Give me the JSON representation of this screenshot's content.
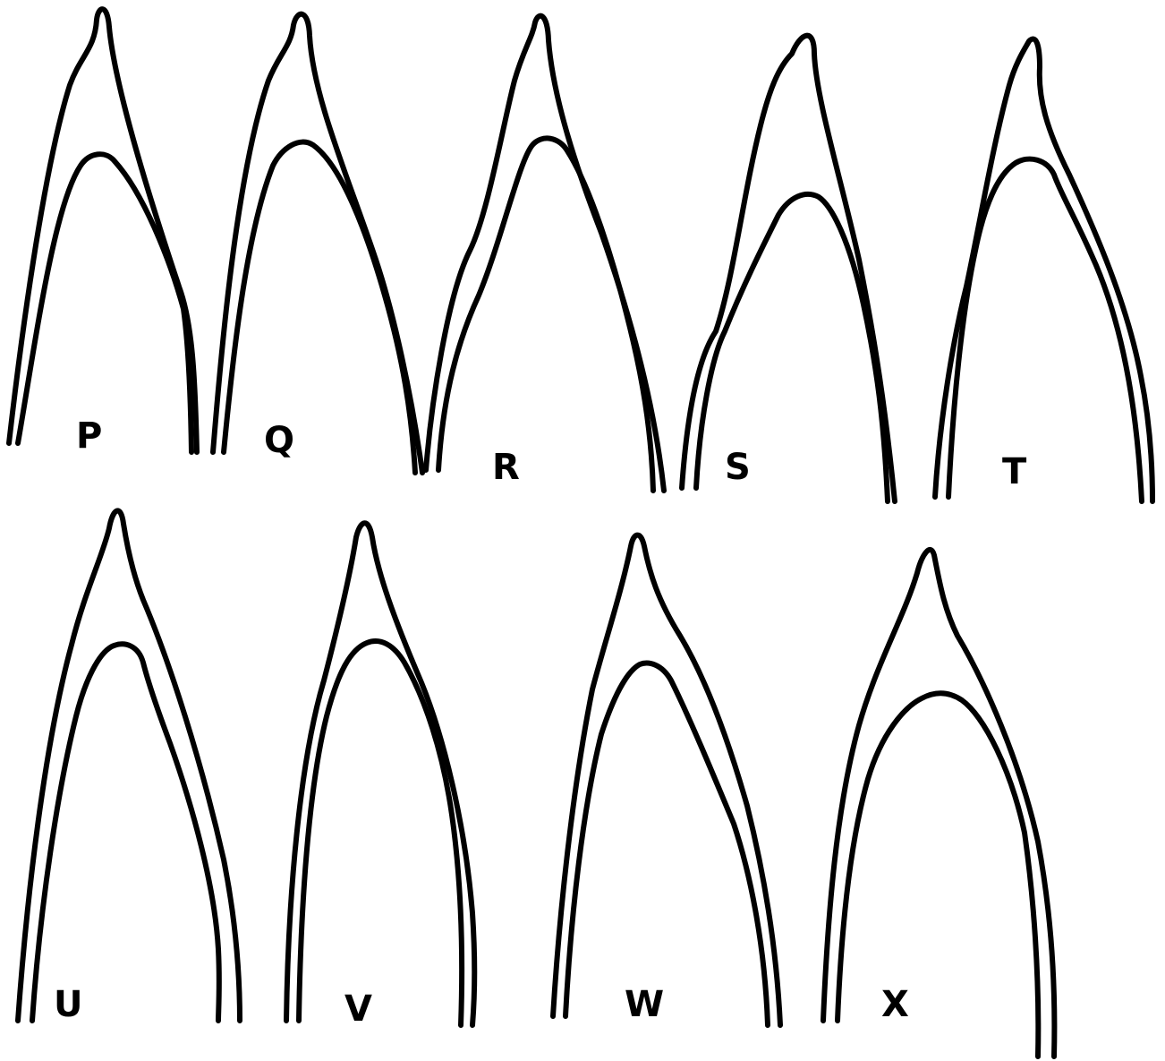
{
  "figure": {
    "colors": {
      "ink": "#000000",
      "paper": "#ffffff"
    },
    "panels": [
      {
        "id": "p",
        "label": "P"
      },
      {
        "id": "q",
        "label": "Q"
      },
      {
        "id": "r",
        "label": "R"
      },
      {
        "id": "s",
        "label": "S"
      },
      {
        "id": "t",
        "label": "T"
      },
      {
        "id": "u",
        "label": "U"
      },
      {
        "id": "v",
        "label": "V"
      },
      {
        "id": "w",
        "label": "W"
      },
      {
        "id": "x",
        "label": "X"
      }
    ]
  }
}
